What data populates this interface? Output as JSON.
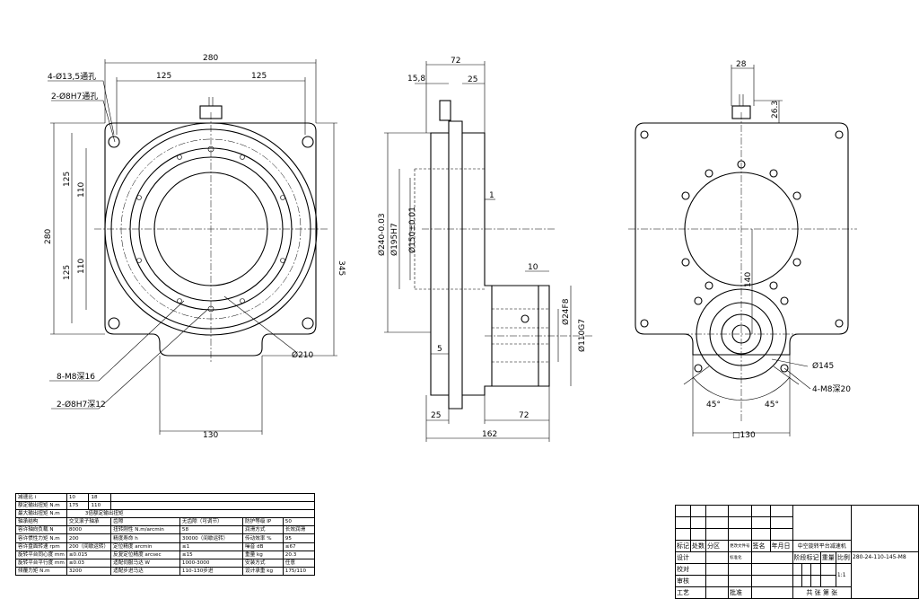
{
  "front_view": {
    "dim_width": "280",
    "dim_half_left": "125",
    "dim_half_right": "125",
    "dim_height": "280",
    "dim_v_125_top": "125",
    "dim_v_110_top": "110",
    "dim_v_125_bottom": "125",
    "dim_v_110_bottom": "110",
    "dim_total_height": "345",
    "dim_bottom": "130",
    "label_through_holes": "4-Ø13,5通孔",
    "label_pin_through": "2-Ø8H7通孔",
    "label_tapped": "8-M8深16",
    "label_pin_blind": "2-Ø8H7深12",
    "label_pcd": "Ø210"
  },
  "side_view": {
    "dim_72_top": "72",
    "dim_15_8": "15,8",
    "dim_25_top": "25",
    "dim_1": "1",
    "dim_10": "10",
    "dim_5": "5",
    "dim_d240": "Ø240-0.03",
    "dim_d195": "Ø195H7",
    "dim_d150": "Ø150±0.01",
    "dim_d24": "Ø24F8",
    "dim_d110": "Ø110G7",
    "dim_25_bottom": "25",
    "dim_72_bottom": "72",
    "dim_162": "162"
  },
  "rear_view": {
    "dim_28": "28",
    "dim_26_3": "26.3",
    "dim_140": "140",
    "label_d145": "Ø145",
    "label_tapped": "4-M8深20",
    "angle_left": "45°",
    "angle_right": "45°",
    "dim_square": "□130"
  },
  "spec_table": {
    "rows": [
      [
        "减速比 i",
        "10",
        "18"
      ],
      [
        "额定输出扭矩 N.m",
        "175",
        "110"
      ],
      [
        "最大输出扭矩 N.m",
        "3倍额定输出扭矩"
      ],
      [
        "轴承结构",
        "交叉滚子轴承",
        "齿隙",
        "无齿隙（可调节）",
        "防护等级 IP",
        "50"
      ],
      [
        "容许轴向负载 N",
        "8000",
        "扭转刚性 N.m/arcmin",
        "58",
        "润滑方式",
        "长效润滑"
      ],
      [
        "容许惯性力矩 N.m",
        "200",
        "精度寿命 h",
        "30000（间歇运转）",
        "传动效率 %",
        "95"
      ],
      [
        "容许盘面转速 rpm",
        "200（间歇运转）",
        "定位精度 arcmin",
        "≤1",
        "噪音 dB",
        "≤67"
      ],
      [
        "旋转平台同心度 mm",
        "≤0.015",
        "反复定位精度 arcsec",
        "≤15",
        "重量 kg",
        "20.3"
      ],
      [
        "旋转平台平行度 mm",
        "≤0.03",
        "适配伺服马达 W",
        "1000-3000",
        "安装方式",
        "任意"
      ],
      [
        "倾覆力矩 N.m",
        "3200",
        "适配步进马达",
        "110-130步进",
        "设计承重 kg",
        "175/110"
      ]
    ]
  },
  "title_block": {
    "h_mark": "标记",
    "h_count": "处数",
    "h_zone": "分区",
    "h_docno": "更改文件号",
    "h_sign": "签名",
    "h_date": "年月日",
    "design": "设计",
    "standard": "标准化",
    "check": "校对",
    "review": "审核",
    "process": "工艺",
    "approve": "批准",
    "product_name": "中空旋转平台减速机",
    "drawing_no": "280-24-110-145-M8",
    "stage_mark": "阶段标记",
    "weight": "重量",
    "scale": "比例",
    "scale_value": "1:1",
    "sheets": "共 张 第 张"
  }
}
